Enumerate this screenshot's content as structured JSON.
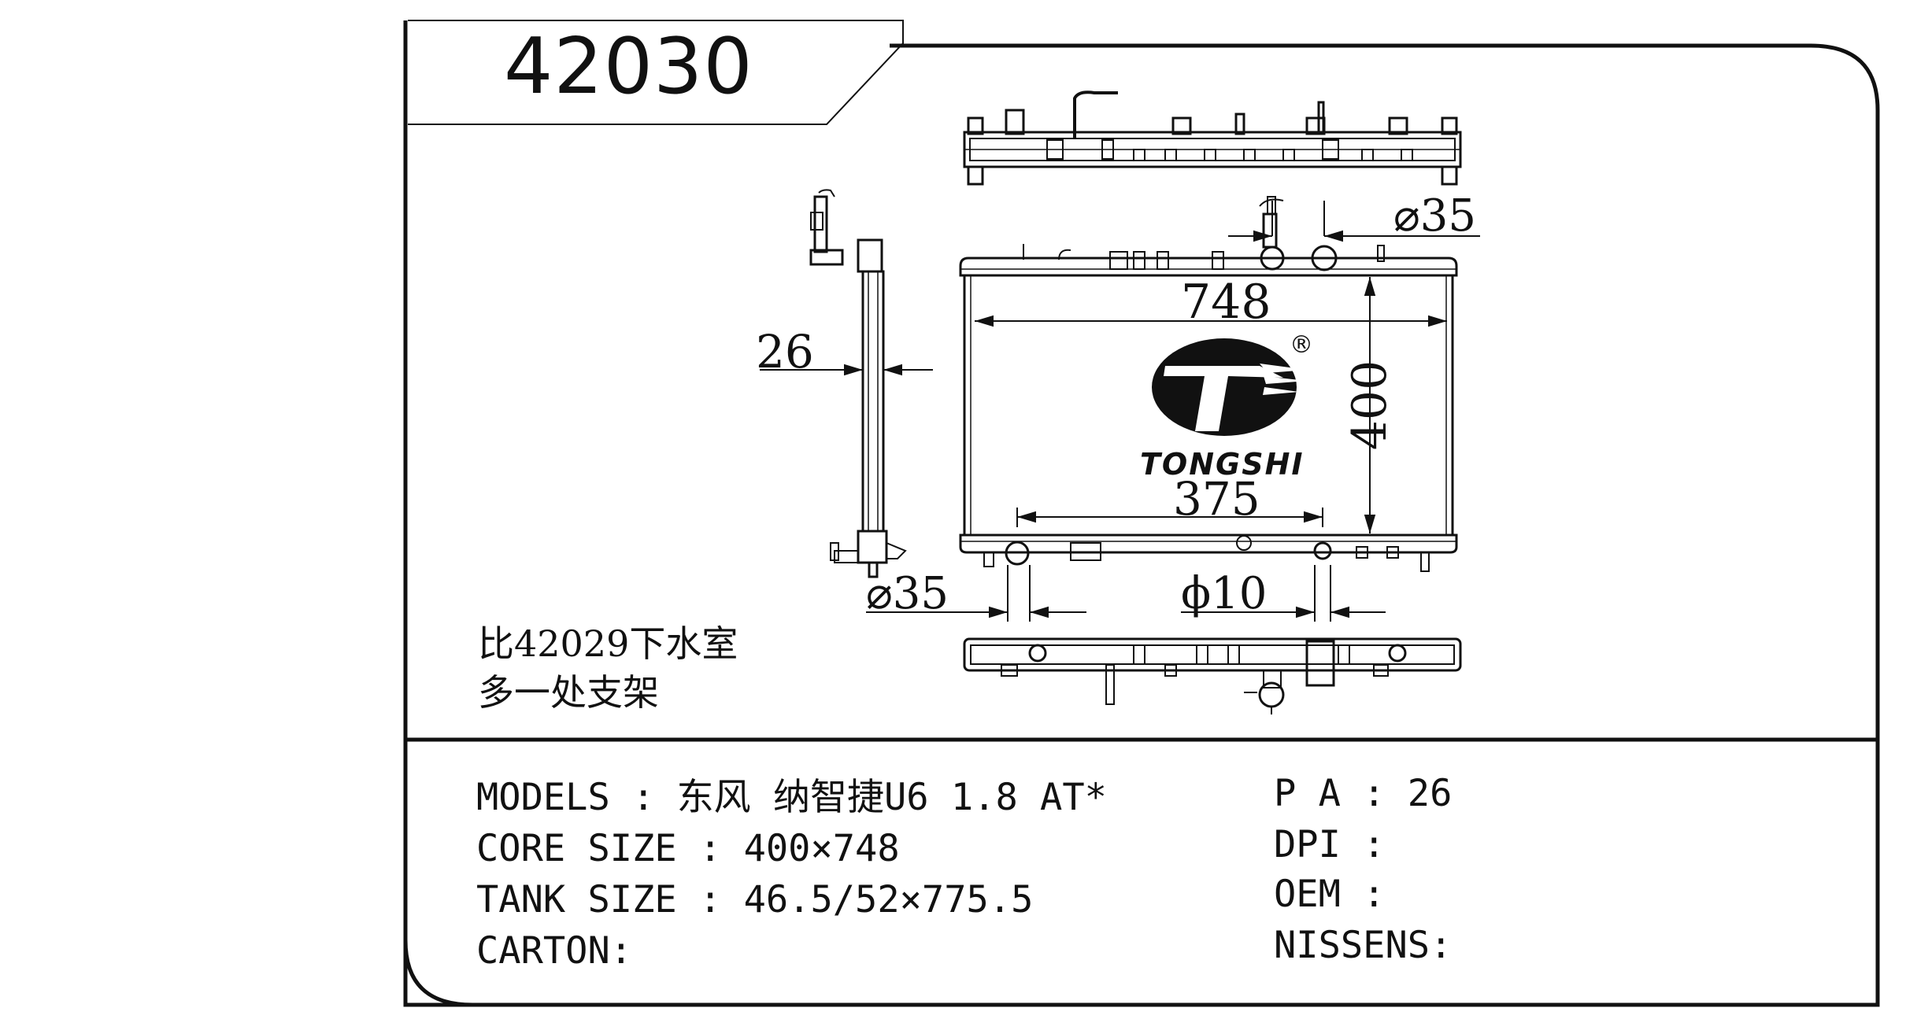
{
  "header": {
    "part_number": "42030"
  },
  "dimensions": {
    "core_width": "748",
    "core_height": "400",
    "core_thickness": "26",
    "pipe_spacing": "375",
    "inlet_diameter": "⌀35",
    "outlet_diameter": "⌀35",
    "drain_diameter": "ϕ10"
  },
  "logo": {
    "brand": "TONGSHI",
    "registered_mark": "®"
  },
  "note": {
    "line1": "比42029下水室",
    "line2": "多一处支架"
  },
  "specs": {
    "models": {
      "label": "MODELS",
      "sep": " : ",
      "value": "东风 纳智捷U6 1.8 AT*"
    },
    "core_size": {
      "label": "CORE SIZE",
      "sep": " : ",
      "value": "400×748"
    },
    "tank_size": {
      "label": "TANK SIZE",
      "sep": " : ",
      "value": "46.5/52×775.5"
    },
    "carton": {
      "label": "CARTON",
      "sep": ":",
      "value": ""
    },
    "pa": {
      "label": "P A",
      "sep": " : ",
      "value": "26"
    },
    "dpi": {
      "label": "DPI",
      "sep": " : ",
      "value": ""
    },
    "oem": {
      "label": "OEM",
      "sep": " : ",
      "value": ""
    },
    "nissens": {
      "label": "NISSENS",
      "sep": ":",
      "value": ""
    }
  }
}
